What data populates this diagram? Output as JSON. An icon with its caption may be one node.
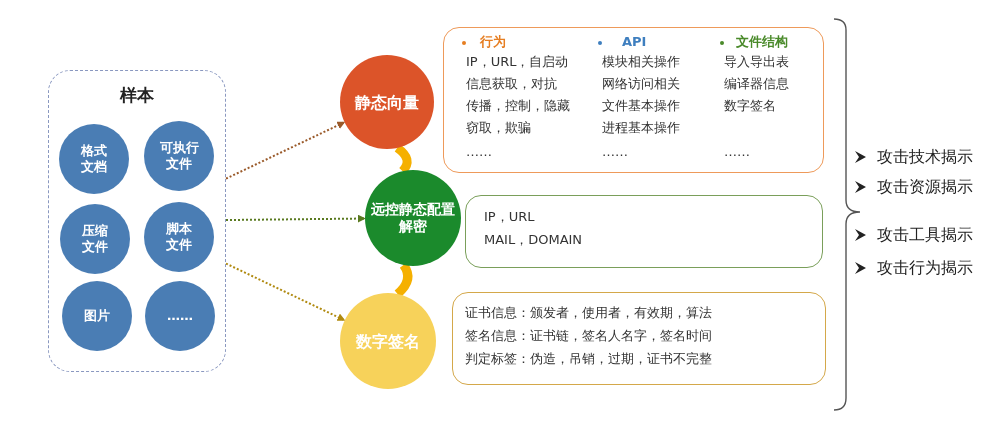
{
  "diagram": {
    "nodes": [
      {
        "text": [
          "样本"
        ]
      },
      {
        "text": [
          "格式文档"
        ],
        "in": 0
      },
      {
        "text": [
          "可执行文件"
        ],
        "in": 0
      },
      {
        "text": [
          "压缩文件"
        ],
        "in": 0
      },
      {
        "text": [
          "脚本文件"
        ],
        "in": 0
      },
      {
        "text": [
          "图片"
        ],
        "in": 0
      },
      {
        "text": [
          "……"
        ],
        "in": 0
      },
      {
        "text": [
          "静态向量"
        ]
      },
      {
        "text": [
          "行为",
          "IP，URL，自启动",
          "信息获取，对抗",
          "传播，控制，隐藏",
          "窃取，欺骗",
          "……",
          "API",
          "模块相关操作",
          "网络访问相关",
          "文件基本操作",
          "进程基本操作",
          "……",
          "文件结构",
          "导入导出表",
          "编译器信息",
          "数字签名",
          "……"
        ]
      },
      {
        "text": [
          "远控静态配置解密"
        ]
      },
      {
        "text": [
          "IP，URL",
          "MAIL，DOMAIN"
        ]
      },
      {
        "text": [
          "数字签名"
        ]
      },
      {
        "text": [
          "证书信息：颁发者，使用者，有效期，算法",
          "签名信息：证书链，签名人名字，签名时间",
          "判定标签：伪造，吊销，过期，证书不完整"
        ]
      }
    ],
    "edges": [
      {
        "from": 0,
        "to": 7,
        "arrow": "to",
        "style": "dashed",
        "color": "#9a5a2a"
      },
      {
        "from": 0,
        "to": 9,
        "arrow": "to",
        "style": "dashed",
        "color": "#5a7a20"
      },
      {
        "from": 0,
        "to": 11,
        "arrow": "to",
        "style": "dashed",
        "color": "#b08a10"
      },
      {
        "from": 7,
        "to": 9,
        "arrow": "none",
        "style": "thick",
        "color": "#f5b000"
      },
      {
        "from": 9,
        "to": 11,
        "arrow": "none",
        "style": "thick",
        "color": "#f5b000"
      }
    ],
    "labels": [
      "攻击技术揭示",
      "攻击资源揭示",
      "攻击工具揭示",
      "攻击行为揭示"
    ]
  }
}
